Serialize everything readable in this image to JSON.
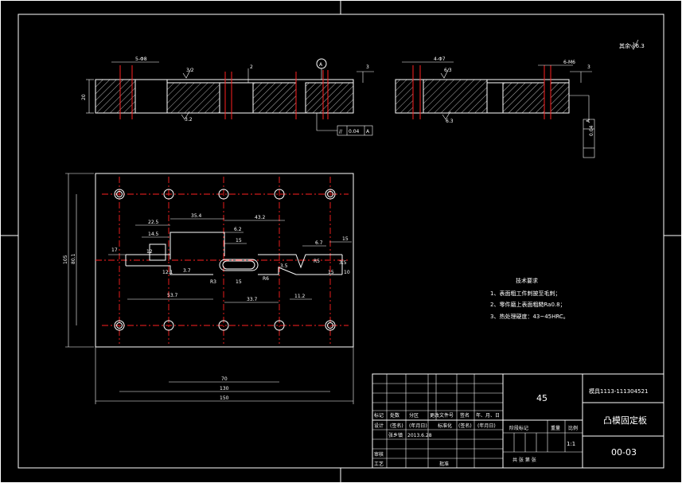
{
  "roughness_note": "其余 ∛6.3",
  "section_dims": {
    "left_holes": "5-Φ8",
    "left_thick": "20",
    "left_rough_a": "3.2",
    "left_rough_b": "3.2",
    "left_val_2": "2",
    "datum": "A",
    "left_val_3": "3",
    "tol_symbol": "//",
    "tol_value": "0.04",
    "tol_datum": "A",
    "right_holes": "4-Φ7",
    "right_rough_a": "6.3",
    "right_rough_b": "6.3",
    "right_thread": "6-M6",
    "right_val_3": "3",
    "right_tol_value": "0.04",
    "right_tol_datum": "A"
  },
  "plan_dims": {
    "d22_5": "22.5",
    "d35_4": "35.4",
    "d43_2": "43.2",
    "d14_5": "14.5",
    "d6_2": "6.2",
    "d15_a": "15",
    "d6_7": "6.7",
    "d15_b": "15",
    "d12": "12",
    "d17": "17",
    "r5": "R5",
    "d3_5a": "3.5",
    "d3_5b": "3.5",
    "d10": "10",
    "d15_c": "15",
    "d12_1": "12.1",
    "d3_7": "3.7",
    "r3": "R3",
    "r6": "R6",
    "d15_d": "15",
    "d53_7": "53.7",
    "d33_7": "33.7",
    "d11_2": "11.2",
    "d105": "105",
    "d80_1": "80.1",
    "d70": "70",
    "d130": "130",
    "d150": "150"
  },
  "tech_req": {
    "title": "技术要求",
    "items": [
      "1、表面粗工件刺披至毛刺；",
      "2、零件磨上表面粗糙Ra0.8；",
      "3、热处理硬度：43~45HRC。"
    ]
  },
  "title_block": {
    "material": "45",
    "project": "模具1113-111304521",
    "part_name": "凸模固定板",
    "drawing_no": "00-03",
    "scale": "1:1",
    "row_labels": [
      "标记",
      "处数",
      "分区",
      "更改文件号",
      "签名",
      "年、月、日"
    ],
    "design": "设计",
    "design_sign": "(签名)",
    "design_date": "(年月日)",
    "std": "标准化",
    "std_sign": "(签名)",
    "std_date": "(年月日)",
    "drafter": "张乡镇",
    "draw_date": "2013.6.28",
    "review": "审核",
    "process": "工艺",
    "approve": "批准",
    "stage_marks": "阶段标记",
    "weight": "重量",
    "scale_label": "比例",
    "sheets": "共   张   第   张"
  }
}
